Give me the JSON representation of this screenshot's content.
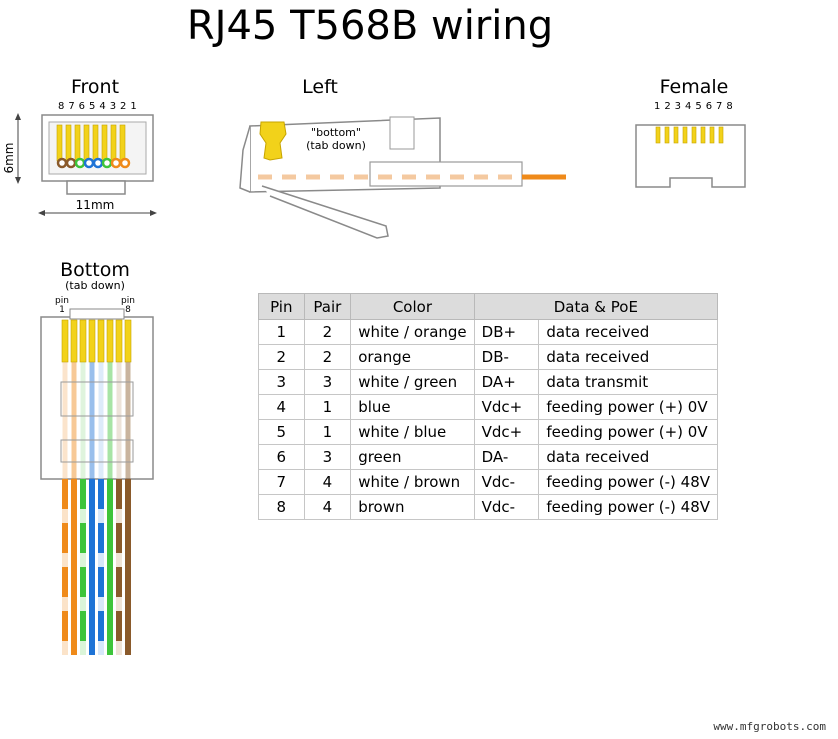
{
  "title": "RJ45 T568B wiring",
  "front": {
    "label": "Front",
    "pin_numbers": "8 7 6 5 4 3 2 1",
    "height_label": "6mm",
    "width_label": "11mm"
  },
  "left": {
    "label": "Left",
    "bottom_note": "\"bottom\"",
    "tab_note": "(tab down)"
  },
  "female": {
    "label": "Female",
    "pin_numbers": "1 2 3 4 5 6 7 8"
  },
  "bottom": {
    "label": "Bottom",
    "tab_note": "(tab down)",
    "pin1_label": "pin",
    "pin1_num": "1",
    "pin8_label": "pin",
    "pin8_num": "8"
  },
  "table": {
    "headers": [
      "Pin",
      "Pair",
      "Color",
      "Data & PoE"
    ],
    "rows": [
      {
        "pin": "1",
        "pair": "2",
        "color": "white / orange",
        "signal": "DB+",
        "desc": "data received"
      },
      {
        "pin": "2",
        "pair": "2",
        "color": "orange",
        "signal": "DB-",
        "desc": "data received"
      },
      {
        "pin": "3",
        "pair": "3",
        "color": "white / green",
        "signal": "DA+",
        "desc": "data transmit"
      },
      {
        "pin": "4",
        "pair": "1",
        "color": "blue",
        "signal": "Vdc+",
        "desc": "feeding power (+) 0V"
      },
      {
        "pin": "5",
        "pair": "1",
        "color": "white / blue",
        "signal": "Vdc+",
        "desc": "feeding power (+) 0V"
      },
      {
        "pin": "6",
        "pair": "3",
        "color": "green",
        "signal": "DA-",
        "desc": "data received"
      },
      {
        "pin": "7",
        "pair": "4",
        "color": "white / brown",
        "signal": "Vdc-",
        "desc": "feeding power (-) 48V"
      },
      {
        "pin": "8",
        "pair": "4",
        "color": "brown",
        "signal": "Vdc-",
        "desc": "feeding power (-) 48V"
      }
    ]
  },
  "watermark": "www.mfgrobots.com",
  "colors": {
    "orange": "#ef8a1a",
    "green": "#3ec43a",
    "blue": "#1e73d6",
    "brown": "#8a5a2b",
    "gold": "#f2d21a",
    "outline": "#888888",
    "header_bg": "#dcdcdc"
  }
}
